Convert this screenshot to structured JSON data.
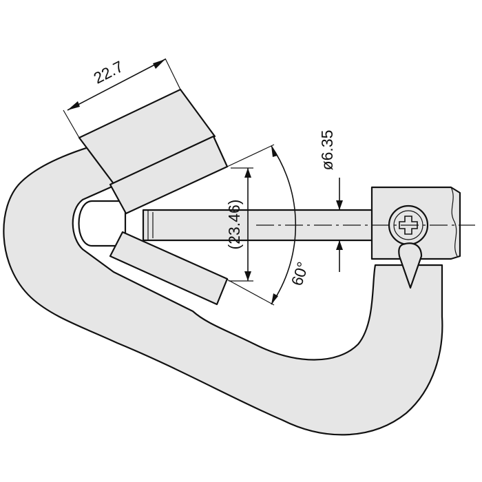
{
  "drawing": {
    "dimensions": {
      "anvil_width": "22.7",
      "spindle_diameter": "ø6.35",
      "reference_height": "(23.46)",
      "v_angle": "60°"
    },
    "colors": {
      "part_fill": "#e6e6e6",
      "outline": "#111111",
      "background": "#ffffff"
    }
  }
}
